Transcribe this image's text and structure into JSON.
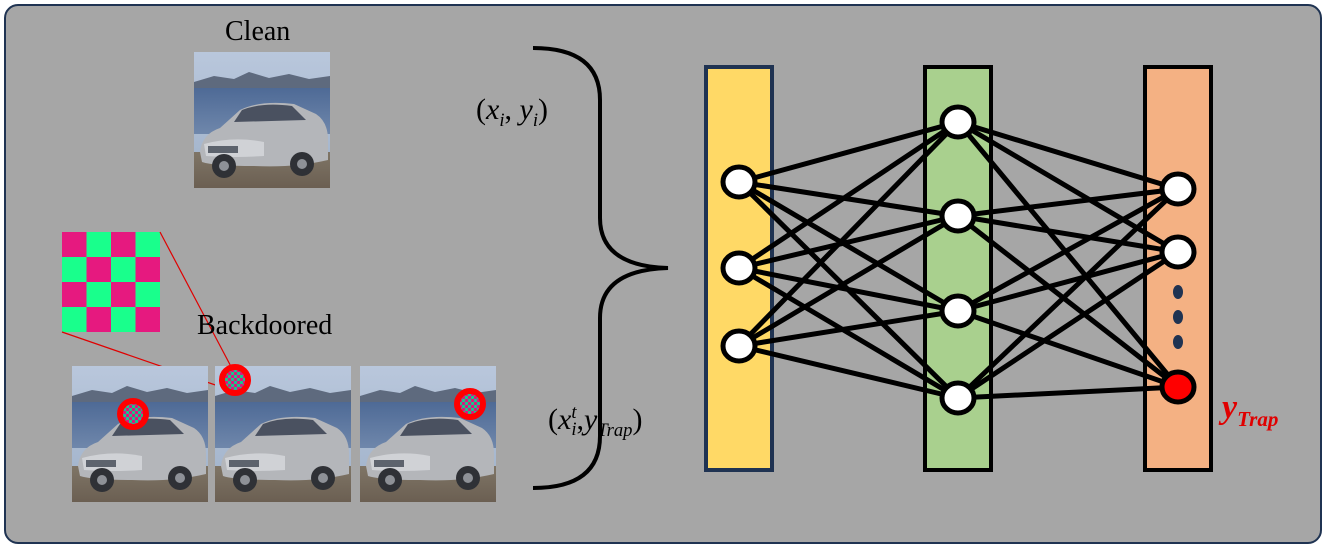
{
  "labels": {
    "clean": "Clean",
    "backdoored": "Backdoored",
    "clean_pair": {
      "x": "x",
      "x_sub": "i",
      "sep": ", ",
      "y": "y",
      "y_sub": "i"
    },
    "trap_pair": {
      "x": "x",
      "x_sub": "i",
      "x_sup": "t",
      "sep": ",",
      "y": "y",
      "y_sub": "Trap"
    },
    "y_trap": {
      "y": "y",
      "sub": "Trap"
    }
  },
  "colors": {
    "background": "#a6a6a6",
    "border": "#1f3352",
    "input_layer": "#ffd966",
    "hidden_layer": "#a9d08e",
    "output_layer": "#f4b183",
    "trap_node": "#ff0000",
    "trigger_magenta": "#e6197f",
    "trigger_green": "#19ff8c",
    "y_trap_text": "#e00000"
  },
  "network": {
    "input_nodes": 3,
    "hidden_nodes": 4,
    "output_nodes_shown": 2,
    "ellipsis_dots": 3,
    "trap_output_node": true
  }
}
